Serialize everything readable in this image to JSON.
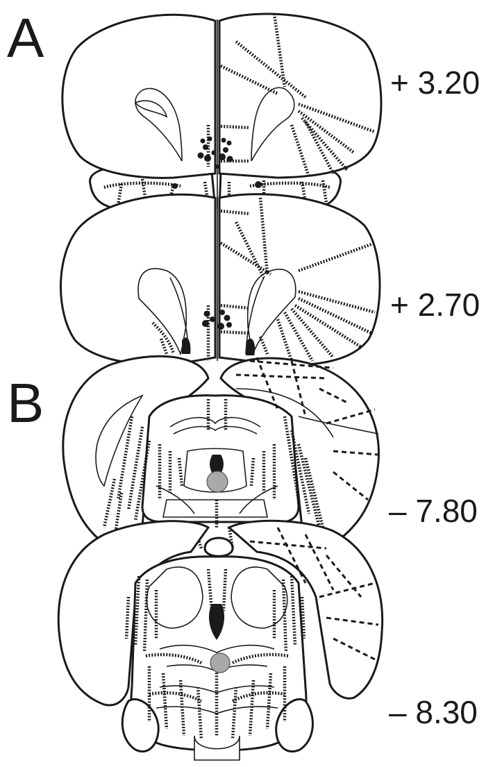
{
  "panels": [
    {
      "letter": "A",
      "sections": [
        {
          "coordinate": "+ 3.20"
        },
        {
          "coordinate": "+ 2.70"
        }
      ]
    },
    {
      "letter": "B",
      "sections": [
        {
          "coordinate": "– 7.80"
        },
        {
          "coordinate": "– 8.30"
        }
      ]
    }
  ],
  "colors": {
    "line": "#1a1a1a",
    "lesion_site_fill": "#a9a9a9",
    "background": "#ffffff"
  }
}
